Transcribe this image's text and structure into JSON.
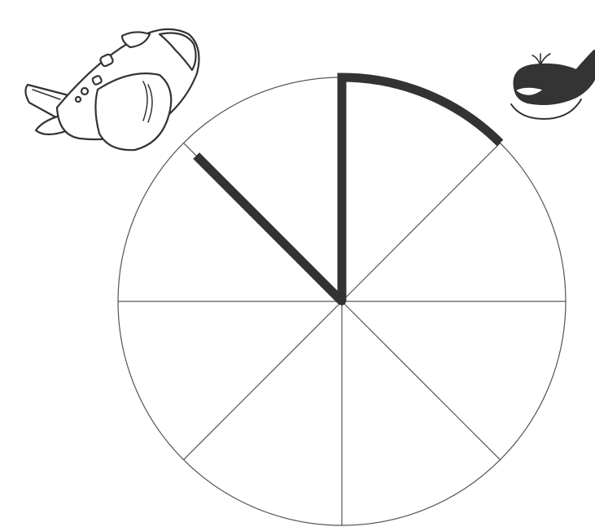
{
  "figure": {
    "kind": "sector-spinner",
    "total_sectors": 8,
    "highlighted_sectors": [
      0,
      1
    ],
    "highlight_color": "#333333",
    "line_color": "#555555",
    "clipart": [
      {
        "icon": "airplane-icon",
        "position": "top-left"
      },
      {
        "icon": "whale-icon",
        "position": "top-right"
      }
    ]
  }
}
